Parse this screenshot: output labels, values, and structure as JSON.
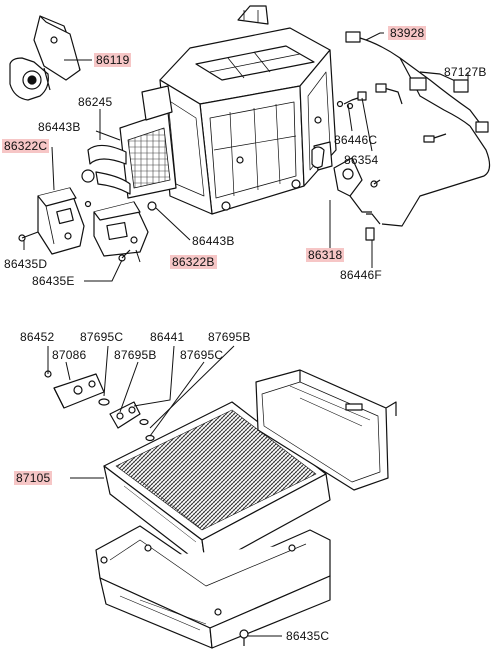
{
  "labels": [
    {
      "id": "l86119",
      "text": "86119",
      "highlight": true
    },
    {
      "id": "l83928",
      "text": "83928",
      "highlight": true
    },
    {
      "id": "l87127B",
      "text": "87127B",
      "highlight": false
    },
    {
      "id": "l86245",
      "text": "86245",
      "highlight": false
    },
    {
      "id": "l86443B_top",
      "text": "86443B",
      "highlight": false
    },
    {
      "id": "l86322C",
      "text": "86322C",
      "highlight": true
    },
    {
      "id": "l86446C",
      "text": "86446C",
      "highlight": false
    },
    {
      "id": "l86354",
      "text": "86354",
      "highlight": false
    },
    {
      "id": "l86435D",
      "text": "86435D",
      "highlight": false
    },
    {
      "id": "l86443B_mid",
      "text": "86443B",
      "highlight": false
    },
    {
      "id": "l86322B",
      "text": "86322B",
      "highlight": true
    },
    {
      "id": "l86318",
      "text": "86318",
      "highlight": true
    },
    {
      "id": "l86435E",
      "text": "86435E",
      "highlight": false
    },
    {
      "id": "l86446F",
      "text": "86446F",
      "highlight": false
    },
    {
      "id": "l86452",
      "text": "86452",
      "highlight": false
    },
    {
      "id": "l87695C_a",
      "text": "87695C",
      "highlight": false
    },
    {
      "id": "l86441",
      "text": "86441",
      "highlight": false
    },
    {
      "id": "l87695B_a",
      "text": "87695B",
      "highlight": false
    },
    {
      "id": "l87086",
      "text": "87086",
      "highlight": false
    },
    {
      "id": "l87695B_b",
      "text": "87695B",
      "highlight": false
    },
    {
      "id": "l87695C_b",
      "text": "87695C",
      "highlight": false
    },
    {
      "id": "l87105",
      "text": "87105",
      "highlight": true
    },
    {
      "id": "l86435C",
      "text": "86435C",
      "highlight": false
    }
  ],
  "colors": {
    "highlight": "#f6c6c6",
    "line": "#111111"
  }
}
